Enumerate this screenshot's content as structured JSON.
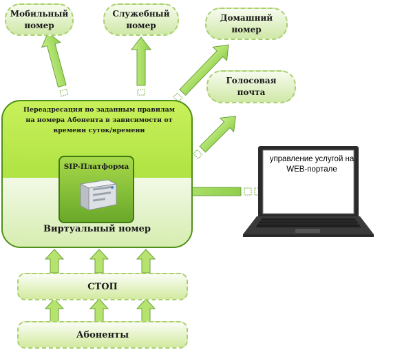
{
  "nodes": {
    "mobile": "Мобильный номер",
    "office": "Служебный номер",
    "home": "Домашний номер",
    "voicemail": "Голосовая почта",
    "redirect": "Переадресация по заданным правилам на номера Абонента в зависимости от времени суток/времени",
    "sip": "SIP-Платформа",
    "virtual": "Виртуальный номер",
    "ctop": "СТОП",
    "subscribers": "Абоненты",
    "web": "управление услугой на WEB-портале"
  },
  "colors": {
    "platform": "#a8e03c",
    "cloud": "#d2ea9f",
    "arrow": "#aee06b",
    "sip": "#7fbf32"
  }
}
